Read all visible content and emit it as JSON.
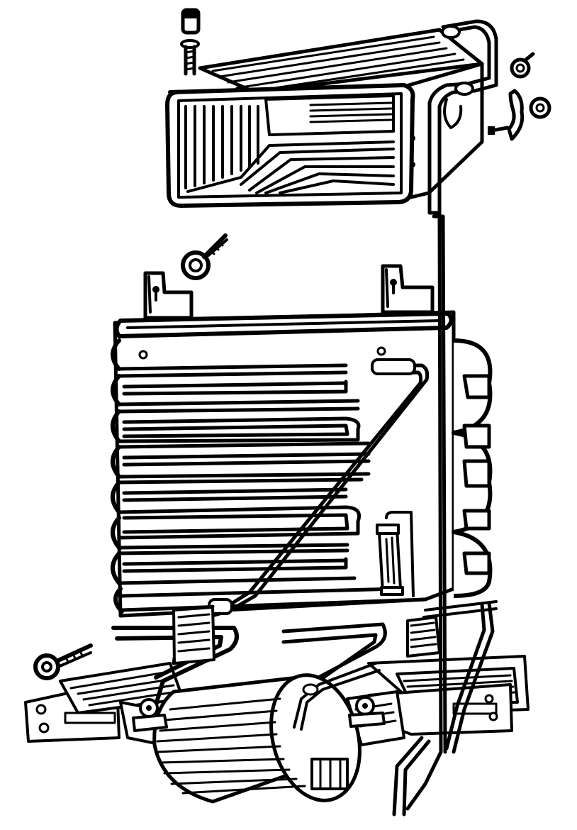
{
  "diagram": {
    "style": "black line-art exploded view",
    "colors": {
      "ink": "#000000",
      "paper": "#ffffff"
    },
    "components": [
      {
        "id": "evaporator-box",
        "icon": "evaporator-icon"
      },
      {
        "id": "cap-nut",
        "icon": "cap-nut-icon"
      },
      {
        "id": "mounting-screw-top",
        "icon": "screw-icon"
      },
      {
        "id": "eye-bolt-middle",
        "icon": "eye-bolt-icon"
      },
      {
        "id": "pipe-clamp-parts",
        "icon": "clamp-icon"
      },
      {
        "id": "condenser",
        "icon": "condenser-icon"
      },
      {
        "id": "mounting-bracket-left",
        "icon": "bracket-icon"
      },
      {
        "id": "mounting-bracket-right",
        "icon": "bracket-icon"
      },
      {
        "id": "filter-drier",
        "icon": "filter-drier-icon"
      },
      {
        "id": "compressor",
        "icon": "compressor-icon"
      },
      {
        "id": "base-frame",
        "icon": "frame-icon"
      },
      {
        "id": "eye-bolt-left",
        "icon": "eye-bolt-icon"
      },
      {
        "id": "refrigerant-line",
        "icon": "tube-icon"
      }
    ]
  }
}
